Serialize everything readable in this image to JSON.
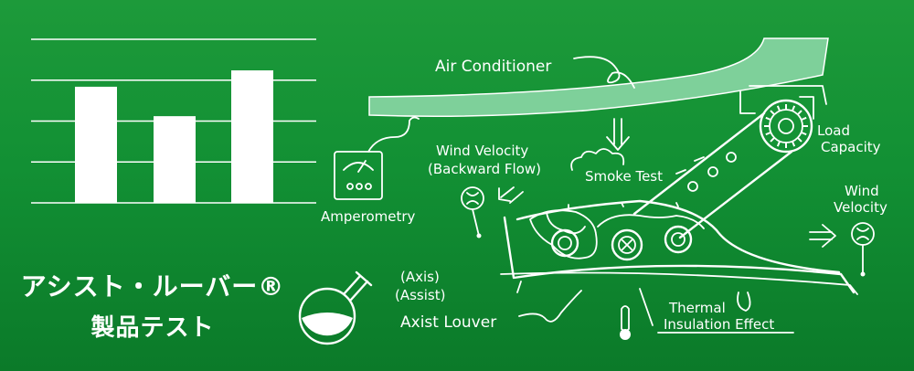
{
  "chart_data": {
    "type": "bar",
    "values": [
      0.71,
      0.53,
      0.81
    ],
    "ylim": [
      0,
      1
    ],
    "grid": true,
    "color": "#ffffff"
  },
  "labels": {
    "air_conditioner": "Air Conditioner",
    "wind_velocity_backward_line1": "Wind Velocity",
    "wind_velocity_backward_line2": "(Backward Flow)",
    "smoke_test": "Smoke Test",
    "load_capacity_line1": "Load",
    "load_capacity_line2": "Capacity",
    "wind_velocity_line1": "Wind",
    "wind_velocity_line2": "Velocity",
    "amperometry": "Amperometry",
    "axis": "(Axis)",
    "assist": "(Assist)",
    "axist_louver": "Axist Louver",
    "thermal_line1": "Thermal",
    "thermal_line2": "Insulation Effect"
  },
  "title": {
    "line1": "アシスト・ルーバー®",
    "line2": "製品テスト"
  },
  "colors": {
    "background_top": "#1d9a3a",
    "background_bottom": "#0b7a29",
    "ac_body": "#7ed09a",
    "foreground": "#ffffff"
  }
}
